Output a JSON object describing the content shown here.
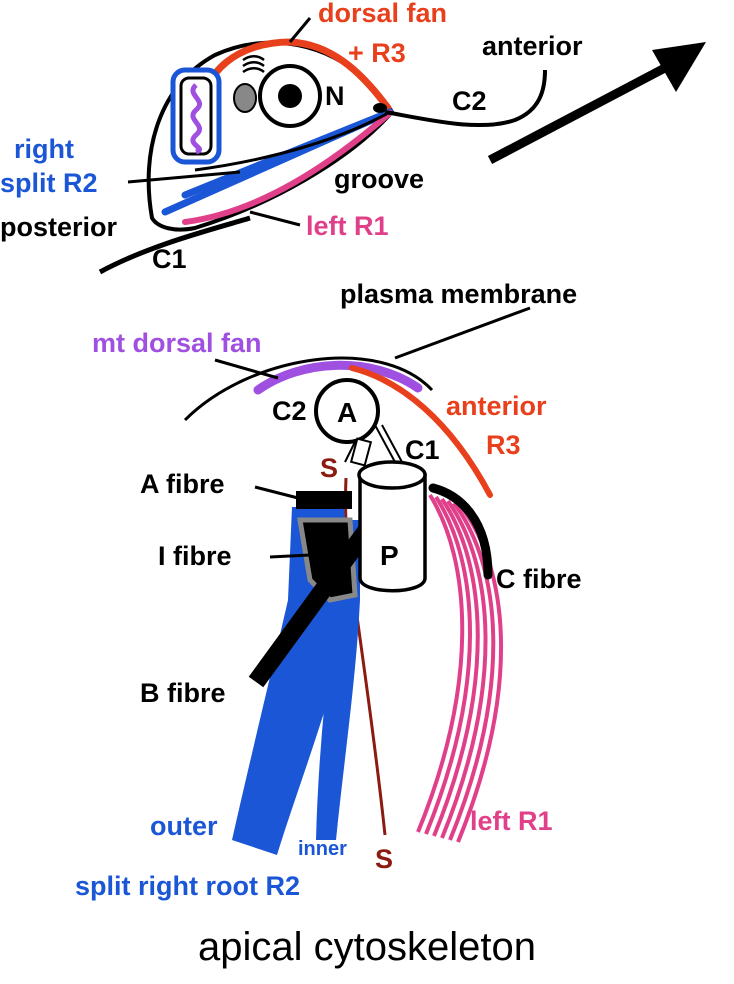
{
  "colors": {
    "black": "#000000",
    "red": "#e8401c",
    "blue": "#1a56d6",
    "pink": "#e0408a",
    "purple": "#a050e0",
    "brown": "#8b1a10",
    "grey": "#888888"
  },
  "top_diagram": {
    "dorsal_fan": "dorsal fan",
    "plus_r3": "+ R3",
    "anterior": "anterior",
    "n": "N",
    "c2": "C2",
    "right": "right",
    "split_r2": "split R2",
    "groove": "groove",
    "posterior": "posterior",
    "left_r1": "left R1",
    "c1": "C1"
  },
  "bottom_diagram": {
    "plasma_membrane": "plasma membrane",
    "mt_dorsal_fan": "mt dorsal fan",
    "c2": "C2",
    "a": "A",
    "anterior": "anterior",
    "r3": "R3",
    "c1": "C1",
    "s_top": "S",
    "a_fibre": "A fibre",
    "i_fibre": "I fibre",
    "p": "P",
    "c_fibre": "C fibre",
    "b_fibre": "B fibre",
    "outer": "outer",
    "inner": "inner",
    "s_bottom": "S",
    "left_r1": "left R1",
    "split_right_root": "split right root R2"
  },
  "caption": "apical cytoskeleton"
}
